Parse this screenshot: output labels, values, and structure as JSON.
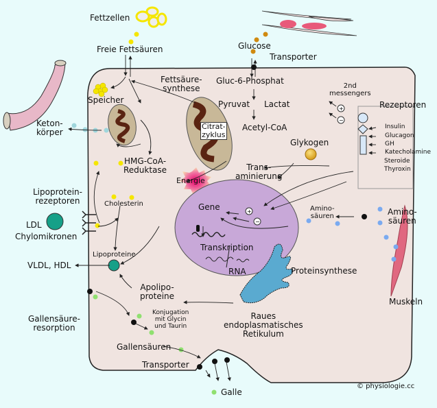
{
  "labels": {
    "fettzellen": "Fettzellen",
    "freie_fettsaeuren": "Freie Fettsäuren",
    "glucose": "Glucose",
    "transporter_top": "Transporter",
    "speicher": "Speicher",
    "fettsaeure_synthese_1": "Fettsäure-",
    "fettsaeure_synthese_2": "synthese",
    "gluc6p": "Gluc-6-Phosphat",
    "pyruvat": "Pyruvat",
    "lactat": "Lactat",
    "acetyl_coa": "Acetyl-CoA",
    "citrat_1": "Citrat-",
    "citrat_2": "zyklus",
    "second_messengers_1": "2nd",
    "second_messengers_2": "messengers",
    "rezeptoren": "Rezeptoren",
    "keton_1": "Keton-",
    "keton_2": "körper",
    "glykogen": "Glykogen",
    "hmg_1": "HMG-CoA-",
    "hmg_2": "Reduktase",
    "energie": "Energie",
    "trans_1": "Trans-",
    "trans_2": "aminierung",
    "lipoprotein_rez_1": "Lipoprotein-",
    "lipoprotein_rez_2": "rezeptoren",
    "cholesterin": "Cholesterin",
    "gene": "Gene",
    "amino_inner_1": "Amino-",
    "amino_inner_2": "säuren",
    "amino_outer_1": "Amino-",
    "amino_outer_2": "säuren",
    "ldl": "LDL",
    "chylomikronen": "Chylomikronen",
    "transkription": "Transkription",
    "lipoproteine": "Lipoproteine",
    "vldl_hdl": "VLDL, HDL",
    "rna": "RNA",
    "proteinsynthese": "Proteinsynthese",
    "apolipo_1": "Apolipo-",
    "apolipo_2": "proteine",
    "muskeln": "Muskeln",
    "gallensaeure_res_1": "Gallensäure-",
    "gallensaeure_res_2": "resorption",
    "konj_1": "Konjugation",
    "konj_2": "mit Glycin",
    "konj_3": "und Taurin",
    "raues_1": "Raues",
    "raues_2": "endoplasmatisches",
    "raues_3": "Retikulum",
    "gallensaeuren": "Gallensäuren",
    "transporter_bottom": "Transporter",
    "galle": "Galle",
    "copyright": "© physiologie.cc"
  },
  "hormones": [
    "Insulin",
    "Glucagon",
    "GH",
    "Katecholamine",
    "Steroide",
    "Thyroxin"
  ],
  "colors": {
    "background": "#e8fbfb",
    "cell": "#f0e4e0",
    "nucleus": "#c8a8d8",
    "mitochondria": "#c8b898",
    "mito_inner": "#5a2412",
    "er": "#5aaad0",
    "fat": "#f5e600",
    "glucose": "#d08a10",
    "keton": "#9fd6dc",
    "amino": "#7aaaf0",
    "bile": "#90e070",
    "lipoprotein": "#16a088",
    "energie": "#e8207a",
    "receptor": "#d8e8f8"
  }
}
